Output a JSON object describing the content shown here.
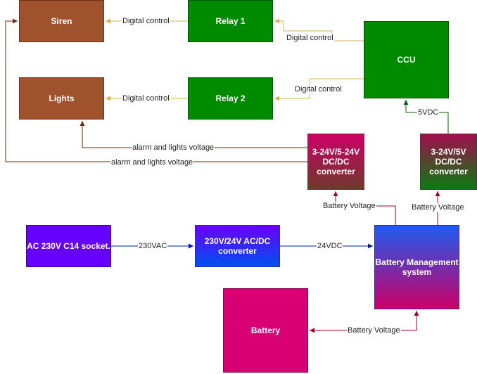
{
  "blocks": {
    "siren": "Siren",
    "lights": "Lights",
    "relay1": "Relay 1",
    "relay2": "Relay 2",
    "ccu": "CCU",
    "conv_left": "3-24V/5-24V DC/DC converter",
    "conv_right": "3-24V/5V DC/DC converter",
    "ac_socket": "AC 230V C14 socket.",
    "acdc": "230V/24V AC/DC converter",
    "bms": "Battery Management system",
    "battery": "Battery"
  },
  "labels": {
    "relay1_siren": "Digital control",
    "ccu_relay1": "Digital control",
    "relay2_lights": "Digital control",
    "ccu_relay2": "Digital control",
    "conv_right_ccu": "5VDC",
    "conv_left_lights": "alarm and lights voltage",
    "conv_left_siren": "alarm and lights voltage",
    "bms_conv_left": "Battery Voltage",
    "bms_conv_right": "Battery Voltage",
    "socket_acdc": "230VAC",
    "acdc_bms": "24VDC",
    "bms_battery": "Battery Voltage"
  },
  "colors": {
    "control_wire": "#d6b656",
    "power_wire": "#6b2a10",
    "green_wire": "#006600",
    "battery_wire": "#a20025",
    "ac_wire": "#001dbc"
  }
}
